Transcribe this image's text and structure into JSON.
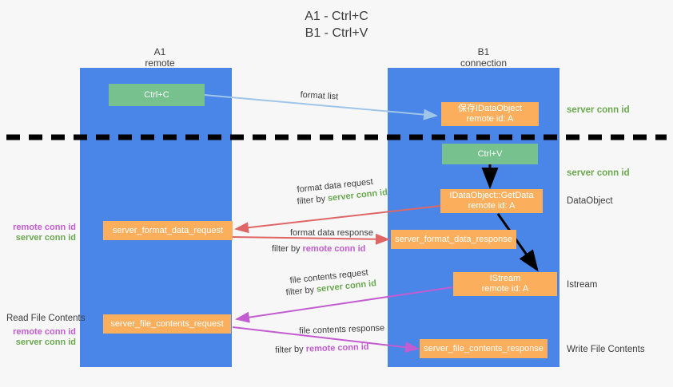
{
  "title": "A1 - Ctrl+C\nB1 - Ctrl+V",
  "lanes": [
    {
      "name": "A1",
      "sub": "remote"
    },
    {
      "name": "B1",
      "sub": "connection"
    }
  ],
  "colors": {
    "lane": "#4a86e8",
    "orange": "#fbaf5d",
    "green_box": "#76c18e",
    "green_text": "#6aa84f",
    "magenta_text": "#c35bd1",
    "blue_arrow": "#9fc5e8",
    "red_arrow": "#e06666",
    "black_arrow": "#000000",
    "background": "#f7f7f7"
  },
  "boxes": {
    "ctrl_c": "Ctrl+C",
    "ctrl_v": "Ctrl+V",
    "save_idataobject_l1": "保存IDataObject",
    "save_idataobject_l2": "remote id: A",
    "getdata_l1": "IDataObject::GetData",
    "getdata_l2": "remote id: A",
    "istream_l1": "IStream",
    "istream_l2": "remote id: A",
    "server_format_data_request": "server_format_data_request",
    "server_format_data_response": "server_format_data_response",
    "server_file_contents_request": "server_file_contents_request",
    "server_file_contents_response": "server_file_contents_response"
  },
  "arrow_labels": {
    "format_list": "format list",
    "format_data_request": "format data request",
    "format_data_response": "format data response",
    "file_contents_request": "file contents request",
    "file_contents_response": "file contents response",
    "filter_by": "filter by ",
    "server_conn_id": "server conn id",
    "remote_conn_id": "remote conn id"
  },
  "right_labels": {
    "server_conn_id_top": "server conn id",
    "server_conn_id_second": "server conn id",
    "dataobject": "DataObject",
    "istream": "Istream",
    "write_file_contents": "Write File Contents"
  },
  "left_labels": {
    "remote_conn_id_1": "remote conn id",
    "server_conn_id_1": "server conn id",
    "read_file_contents": "Read File Contents",
    "remote_conn_id_2": "remote conn id",
    "server_conn_id_2": "server conn id"
  }
}
